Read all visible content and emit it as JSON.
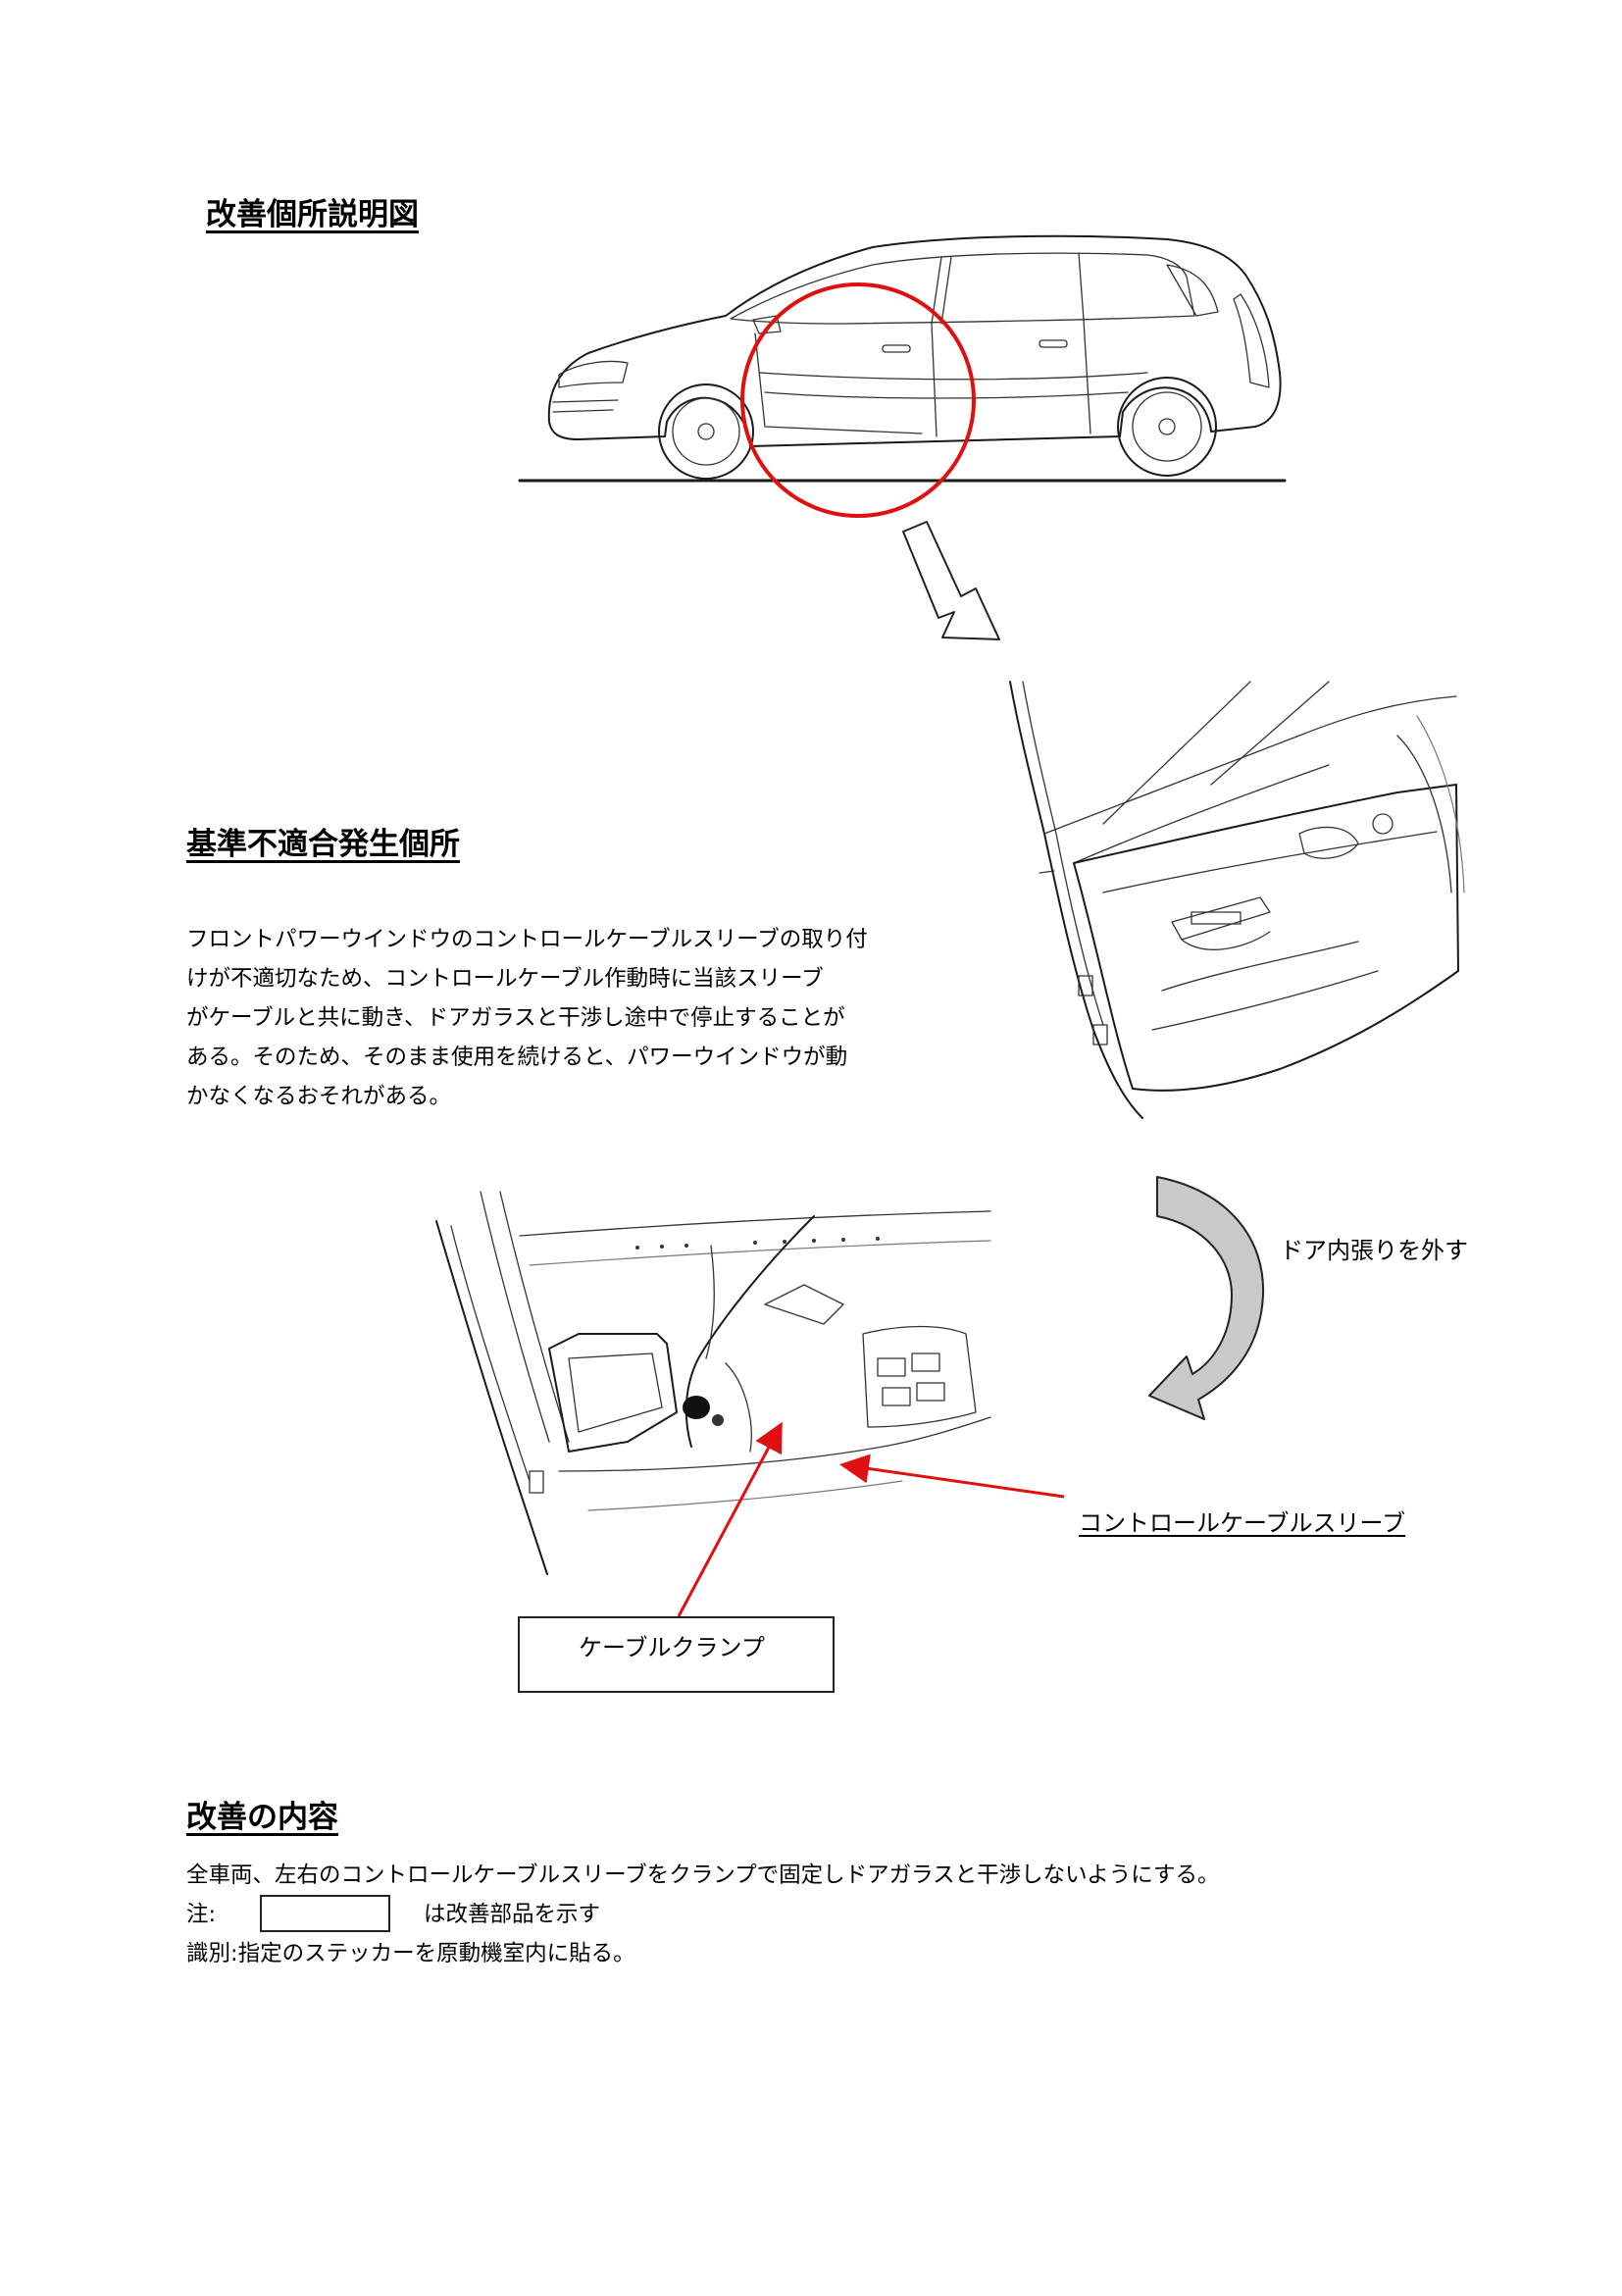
{
  "diagram_title": "改善個所説明図",
  "defect_section": {
    "heading": "基準不適合発生個所",
    "description_lines": [
      "フロントパワーウインドウのコントロールケーブルスリーブの取り付",
      "けが不適切なため、コントロールケーブル作動時に当該スリーブ",
      "がケーブルと共に動き、ドアガラスと干渉し途中で停止することが",
      "ある。そのため、そのまま使用を続けると、パワーウインドウが動",
      "かなくなるおそれがある。"
    ]
  },
  "door_figure": {
    "figure_number": ""
  },
  "callouts": {
    "remove_trim": "ドア内張りを外す",
    "sleeve": "コントロールケーブルスリーブ",
    "clamp": "ケーブルクランプ"
  },
  "improvement_section": {
    "heading": "改善の内容",
    "line1": "全車両、左右のコントロールケーブルスリーブをクランプで固定しドアガラスと干渉しないようにする。",
    "note_label": "注:",
    "note_text": "は改善部品を示す",
    "identification": "識別:指定のステッカーを原動機室内に貼る。"
  },
  "colors": {
    "highlight_circle": "#e01010",
    "leader_arrow": "#e01010",
    "curved_arrow_fill": "#c9c9c9"
  },
  "icons": [
    "down-arrow-icon",
    "curved-arrow-icon"
  ]
}
